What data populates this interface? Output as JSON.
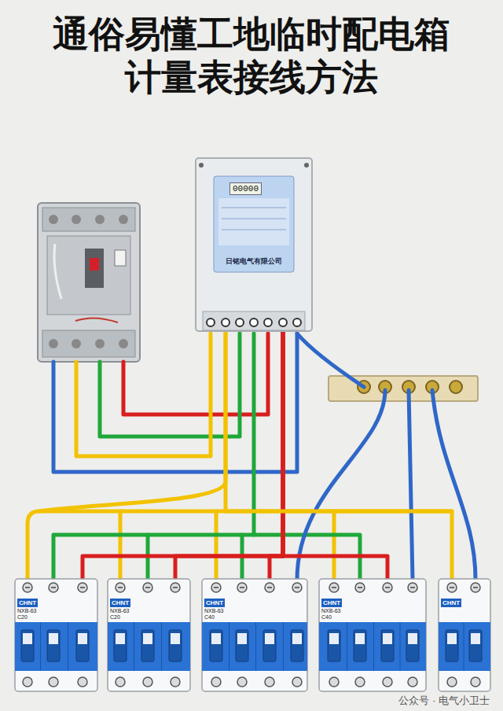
{
  "diagram": {
    "title": "通俗易懂工地临时配电箱 计量表接线方法",
    "nodes": [
      {
        "text": [
          "00000",
          "日铭电气有限公司"
        ]
      },
      {
        "text": [
          "CHNT",
          "NXB-63",
          "C20"
        ]
      },
      {
        "text": [
          "CHNT",
          "NXB-63",
          "C20"
        ]
      },
      {
        "text": [
          "CHNT",
          "NXB-63",
          "C40"
        ]
      },
      {
        "text": [
          "CHNT",
          "NXB-63",
          "C40"
        ]
      },
      {
        "text": [
          "CHNT"
        ]
      }
    ],
    "edges": [
      {
        "from": 0,
        "to": 1,
        "arrow": "none"
      },
      {
        "from": 0,
        "to": 2,
        "arrow": "none"
      },
      {
        "from": 0,
        "to": 3,
        "arrow": "none"
      },
      {
        "from": 0,
        "to": 4,
        "arrow": "none"
      },
      {
        "from": 0,
        "to": 5,
        "arrow": "none"
      }
    ],
    "labels": [
      "公众号 · 电气小卫士"
    ]
  }
}
